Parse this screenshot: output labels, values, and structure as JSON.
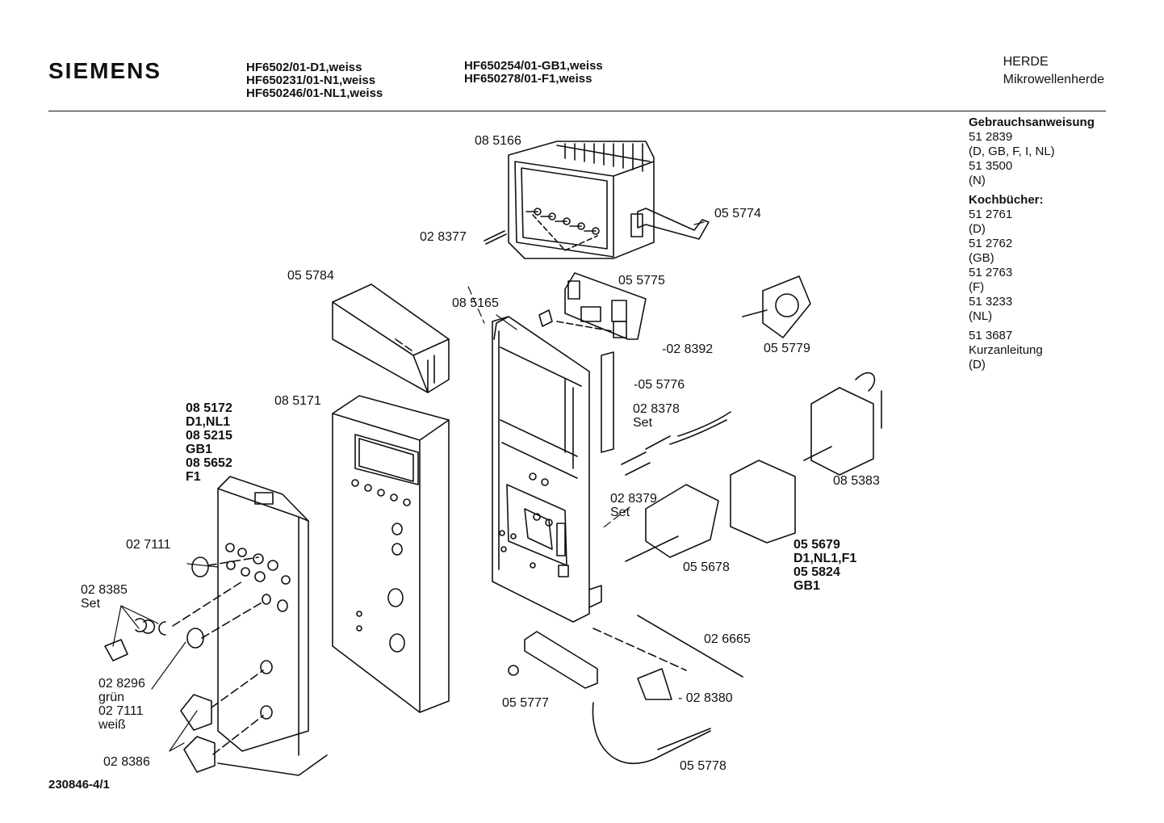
{
  "header": {
    "brand": "SIEMENS",
    "models_col1": [
      "HF6502/01-D1,weiss",
      "HF650231/01-N1,weiss",
      "HF650246/01-NL1,weiss"
    ],
    "models_col2": [
      "HF650254/01-GB1,weiss",
      "HF650278/01-F1,weiss"
    ],
    "category": "HERDE",
    "subcategory": "Mikrowellenherde"
  },
  "sidebar": [
    {
      "text": "Gebrauchsanweisung",
      "bold": true
    },
    {
      "text": "51 2839"
    },
    {
      "text": "(D, GB, F, I, NL)"
    },
    {
      "text": "51 3500"
    },
    {
      "text": "(N)"
    },
    {
      "text": "Kochbücher:",
      "bold": true,
      "gap": true
    },
    {
      "text": "51 2761"
    },
    {
      "text": "(D)"
    },
    {
      "text": "51 2762"
    },
    {
      "text": "(GB)"
    },
    {
      "text": "51 2763"
    },
    {
      "text": "(F)"
    },
    {
      "text": "51 3233"
    },
    {
      "text": "(NL)"
    },
    {
      "text": "51 3687",
      "gap": true
    },
    {
      "text": "Kurzanleitung"
    },
    {
      "text": "(D)"
    }
  ],
  "parts": [
    {
      "id": "p-085166",
      "text": "08 5166"
    },
    {
      "id": "p-055774",
      "text": "05 5774"
    },
    {
      "id": "p-028377",
      "text": "02 8377"
    },
    {
      "id": "p-055784",
      "text": "05 5784"
    },
    {
      "id": "p-055775",
      "text": "05 5775"
    },
    {
      "id": "p-085165",
      "text": "08 5165"
    },
    {
      "id": "p-028392",
      "text": "-02 8392"
    },
    {
      "id": "p-055779",
      "text": "05 5779"
    },
    {
      "id": "p-055776",
      "text": "-05 5776"
    },
    {
      "id": "p-085172",
      "text": "08 5172\nD1,NL1\n08 5215\nGB1\n08 5652\nF1",
      "bold": true
    },
    {
      "id": "p-085171",
      "text": "08 5171"
    },
    {
      "id": "p-028378",
      "text": "02 8378\nSet"
    },
    {
      "id": "p-085383",
      "text": "08 5383"
    },
    {
      "id": "p-028379",
      "text": "02 8379\nSet"
    },
    {
      "id": "p-027111",
      "text": "02 7111"
    },
    {
      "id": "p-028385",
      "text": "02 8385\nSet"
    },
    {
      "id": "p-055679",
      "text": "05 5679\nD1,NL1,F1\n05 5824\nGB1",
      "bold": true
    },
    {
      "id": "p-055678",
      "text": "05 5678"
    },
    {
      "id": "p-028296",
      "text": "02 8296\ngrün\n02 7111\nweiß"
    },
    {
      "id": "p-026665",
      "text": "02 6665"
    },
    {
      "id": "p-055777",
      "text": "05 5777"
    },
    {
      "id": "p-028380",
      "text": "- 02 8380"
    },
    {
      "id": "p-028386",
      "text": "02 8386"
    },
    {
      "id": "p-055778",
      "text": "05 5778"
    }
  ],
  "footer": {
    "drawing_number": "230846-4/1"
  }
}
